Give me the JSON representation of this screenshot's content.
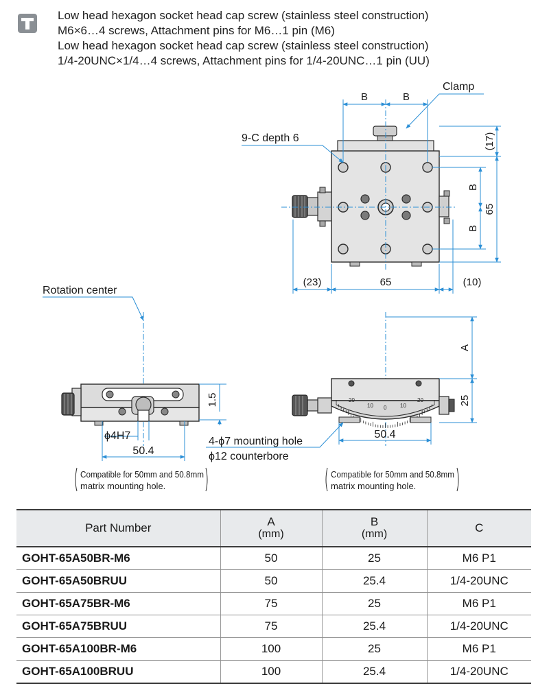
{
  "notes": [
    "Low head hexagon socket head cap screw (stainless steel construction)",
    "M6×6…4 screws, Attachment pins for M6…1 pin (M6)",
    "Low head hexagon socket head cap screw (stainless steel construction)",
    "1/4-20UNC×1/4…4 screws, Attachment pins for 1/4-20UNC…1 pin (UU)"
  ],
  "labels": {
    "clamp": "Clamp",
    "holes": "9-C depth 6",
    "rotation_center": "Rotation center",
    "phi4h7": "ϕ4H7",
    "mount1": "4-ϕ7 mounting hole",
    "mount2": "ϕ12 counterbore",
    "compat1": "Compatible for 50mm and 50.8mm",
    "compat2": "matrix mounting hole."
  },
  "dims": {
    "b": "B",
    "a": "A",
    "d17": "(17)",
    "d65": "65",
    "d23": "(23)",
    "d10": "(10)",
    "d15": "1.5",
    "d504": "50.4",
    "d25": "25",
    "scale": [
      "20",
      "10",
      "0",
      "10",
      "20"
    ]
  },
  "table": {
    "headers": [
      {
        "label": "Part Number",
        "unit": ""
      },
      {
        "label": "A",
        "unit": "(mm)"
      },
      {
        "label": "B",
        "unit": "(mm)"
      },
      {
        "label": "C",
        "unit": ""
      }
    ],
    "rows": [
      {
        "part": "GOHT-65A50BR-M6",
        "a": "50",
        "b": "25",
        "c": "M6 P1"
      },
      {
        "part": "GOHT-65A50BRUU",
        "a": "50",
        "b": "25.4",
        "c": "1/4-20UNC"
      },
      {
        "part": "GOHT-65A75BR-M6",
        "a": "75",
        "b": "25",
        "c": "M6 P1"
      },
      {
        "part": "GOHT-65A75BRUU",
        "a": "75",
        "b": "25.4",
        "c": "1/4-20UNC"
      },
      {
        "part": "GOHT-65A100BR-M6",
        "a": "100",
        "b": "25",
        "c": "M6 P1"
      },
      {
        "part": "GOHT-65A100BRUU",
        "a": "100",
        "b": "25.4",
        "c": "1/4-20UNC"
      }
    ]
  },
  "colors": {
    "dimension": "#2b8fd6",
    "outline": "#2b2b2b",
    "body": "#dedede"
  }
}
